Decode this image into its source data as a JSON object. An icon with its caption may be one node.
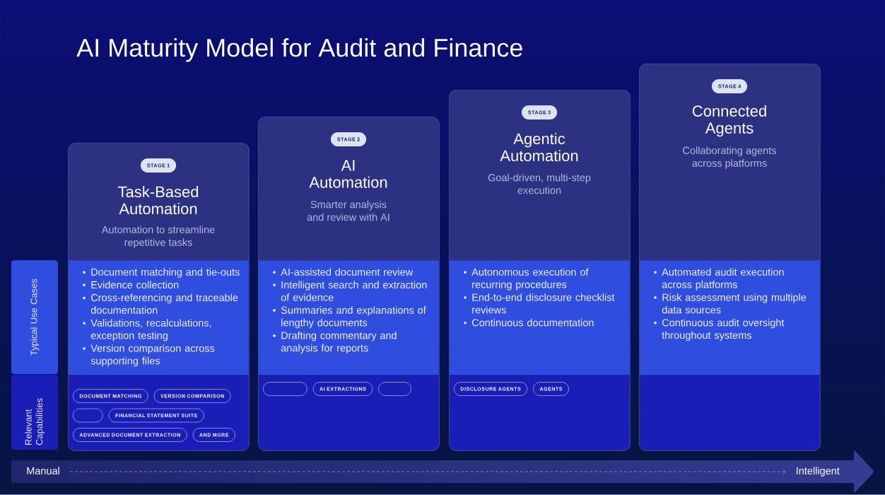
{
  "diagram": {
    "title": "AI Maturity Model for Audit and Finance",
    "nodes": [
      {
        "text": [
          "Typical Use Cases"
        ]
      },
      {
        "text": [
          "Relevant Capabilities"
        ]
      },
      {
        "text": [
          "Task-Based Automation",
          "Automation to streamline repetitive tasks"
        ]
      },
      {
        "text": [
          "STAGE 1"
        ],
        "in": 2
      },
      {
        "text": [
          "Document matching and tie-outs",
          "Evidence collection",
          "Cross-referencing and traceable documentation",
          "Validations, recalculations, exception testing",
          "Version comparison across supporting files"
        ],
        "in": 2
      },
      {
        "text": [],
        "shape": "box",
        "in": 2
      },
      {
        "text": [
          "DOCUMENT MATCHING"
        ],
        "in": 5
      },
      {
        "text": [
          "VERSION COMPARISON"
        ],
        "in": 5
      },
      {
        "text": [],
        "shape": "box",
        "in": 5
      },
      {
        "text": [
          "FINANCIAL STATEMENT SUITE"
        ],
        "in": 5
      },
      {
        "text": [
          "ADVANCED DOCUMENT EXTRACTION"
        ],
        "in": 5
      },
      {
        "text": [
          "AND MORE"
        ],
        "in": 5
      },
      {
        "text": [
          "AI Automation",
          "Smarter analysis and review with AI"
        ]
      },
      {
        "text": [
          "STAGE 2"
        ],
        "in": 12
      },
      {
        "text": [
          "AI-assisted document review",
          "Intelligent search and extraction of evidence",
          "Summaries and explanations of lengthy documents",
          "Drafting commentary and analysis for reports"
        ],
        "in": 12
      },
      {
        "text": [],
        "shape": "box",
        "in": 12
      },
      {
        "text": [],
        "shape": "box",
        "in": 15
      },
      {
        "text": [
          "AI EXTRACTIONS"
        ],
        "in": 15
      },
      {
        "text": [],
        "shape": "box",
        "in": 15
      },
      {
        "text": [
          "Agentic Automation",
          "Goal-driven, multi-step execution"
        ]
      },
      {
        "text": [
          "STAGE 3"
        ],
        "in": 19
      },
      {
        "text": [
          "Autonomous execution of recurring procedures",
          "End-to-end disclosure checklist reviews",
          "Continuous documentation"
        ],
        "in": 19
      },
      {
        "text": [],
        "shape": "box",
        "in": 19
      },
      {
        "text": [
          "DISCLOSURE AGENTS"
        ],
        "in": 22
      },
      {
        "text": [
          "AGENTS"
        ],
        "in": 22
      },
      {
        "text": [
          "Connected Agents",
          "Collaborating agents across platforms"
        ]
      },
      {
        "text": [
          "STAGE 4"
        ],
        "in": 25
      },
      {
        "text": [
          "Automated audit execution across platforms",
          "Risk assessment using multiple data sources",
          "Continuous audit oversight throughout systems"
        ],
        "in": 25
      },
      {
        "text": [],
        "shape": "box",
        "in": 25
      },
      {
        "text": [
          "Manual"
        ]
      },
      {
        "text": [
          "Intelligent"
        ]
      }
    ],
    "edges": [
      {
        "from": 29,
        "to": 30,
        "arrow": "to",
        "style": "dashed"
      }
    ]
  }
}
